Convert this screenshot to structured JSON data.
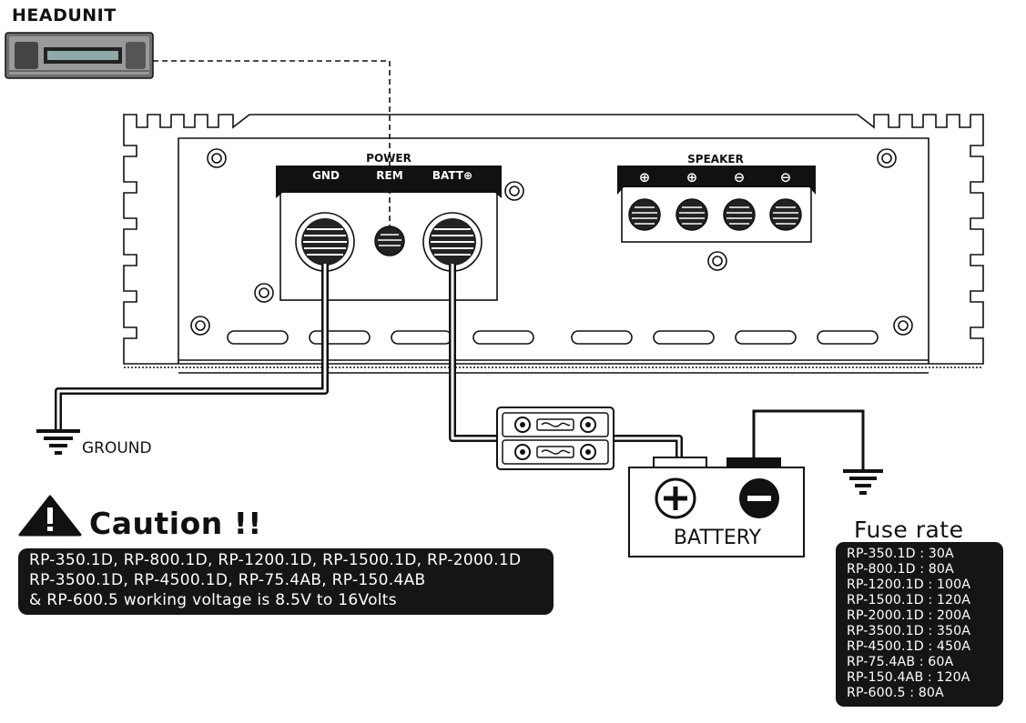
{
  "headunit": {
    "label": "HEADUNIT"
  },
  "amplifier": {
    "power_section": {
      "title": "POWER",
      "terminals": [
        "GND",
        "REM",
        "BATT⊕"
      ]
    },
    "speaker_section": {
      "title": "SPEAKER",
      "polarities": [
        "⊕",
        "⊕",
        "⊖",
        "⊖"
      ]
    }
  },
  "ground": {
    "label": "GROUND"
  },
  "battery": {
    "label": "BATTERY",
    "positive_symbol": "+",
    "negative_symbol": "−"
  },
  "caution": {
    "title": "Caution !!",
    "lines": [
      "RP-350.1D, RP-800.1D, RP-1200.1D, RP-1500.1D, RP-2000.1D",
      "RP-3500.1D, RP-4500.1D, RP-75.4AB, RP-150.4AB",
      "& RP-600.5 working voltage is 8.5V to 16Volts"
    ]
  },
  "fuse_rate": {
    "title": "Fuse rate",
    "rows": [
      "RP-350.1D : 30A",
      "RP-800.1D : 80A",
      "RP-1200.1D : 100A",
      "RP-1500.1D : 120A",
      "RP-2000.1D : 200A",
      "RP-3500.1D : 350A",
      "RP-4500.1D : 450A",
      "RP-75.4AB : 60A",
      "RP-150.4AB : 120A",
      "RP-600.5 : 80A"
    ]
  },
  "colors": {
    "line": "#111111",
    "panel": "#151515",
    "background": "#ffffff"
  }
}
